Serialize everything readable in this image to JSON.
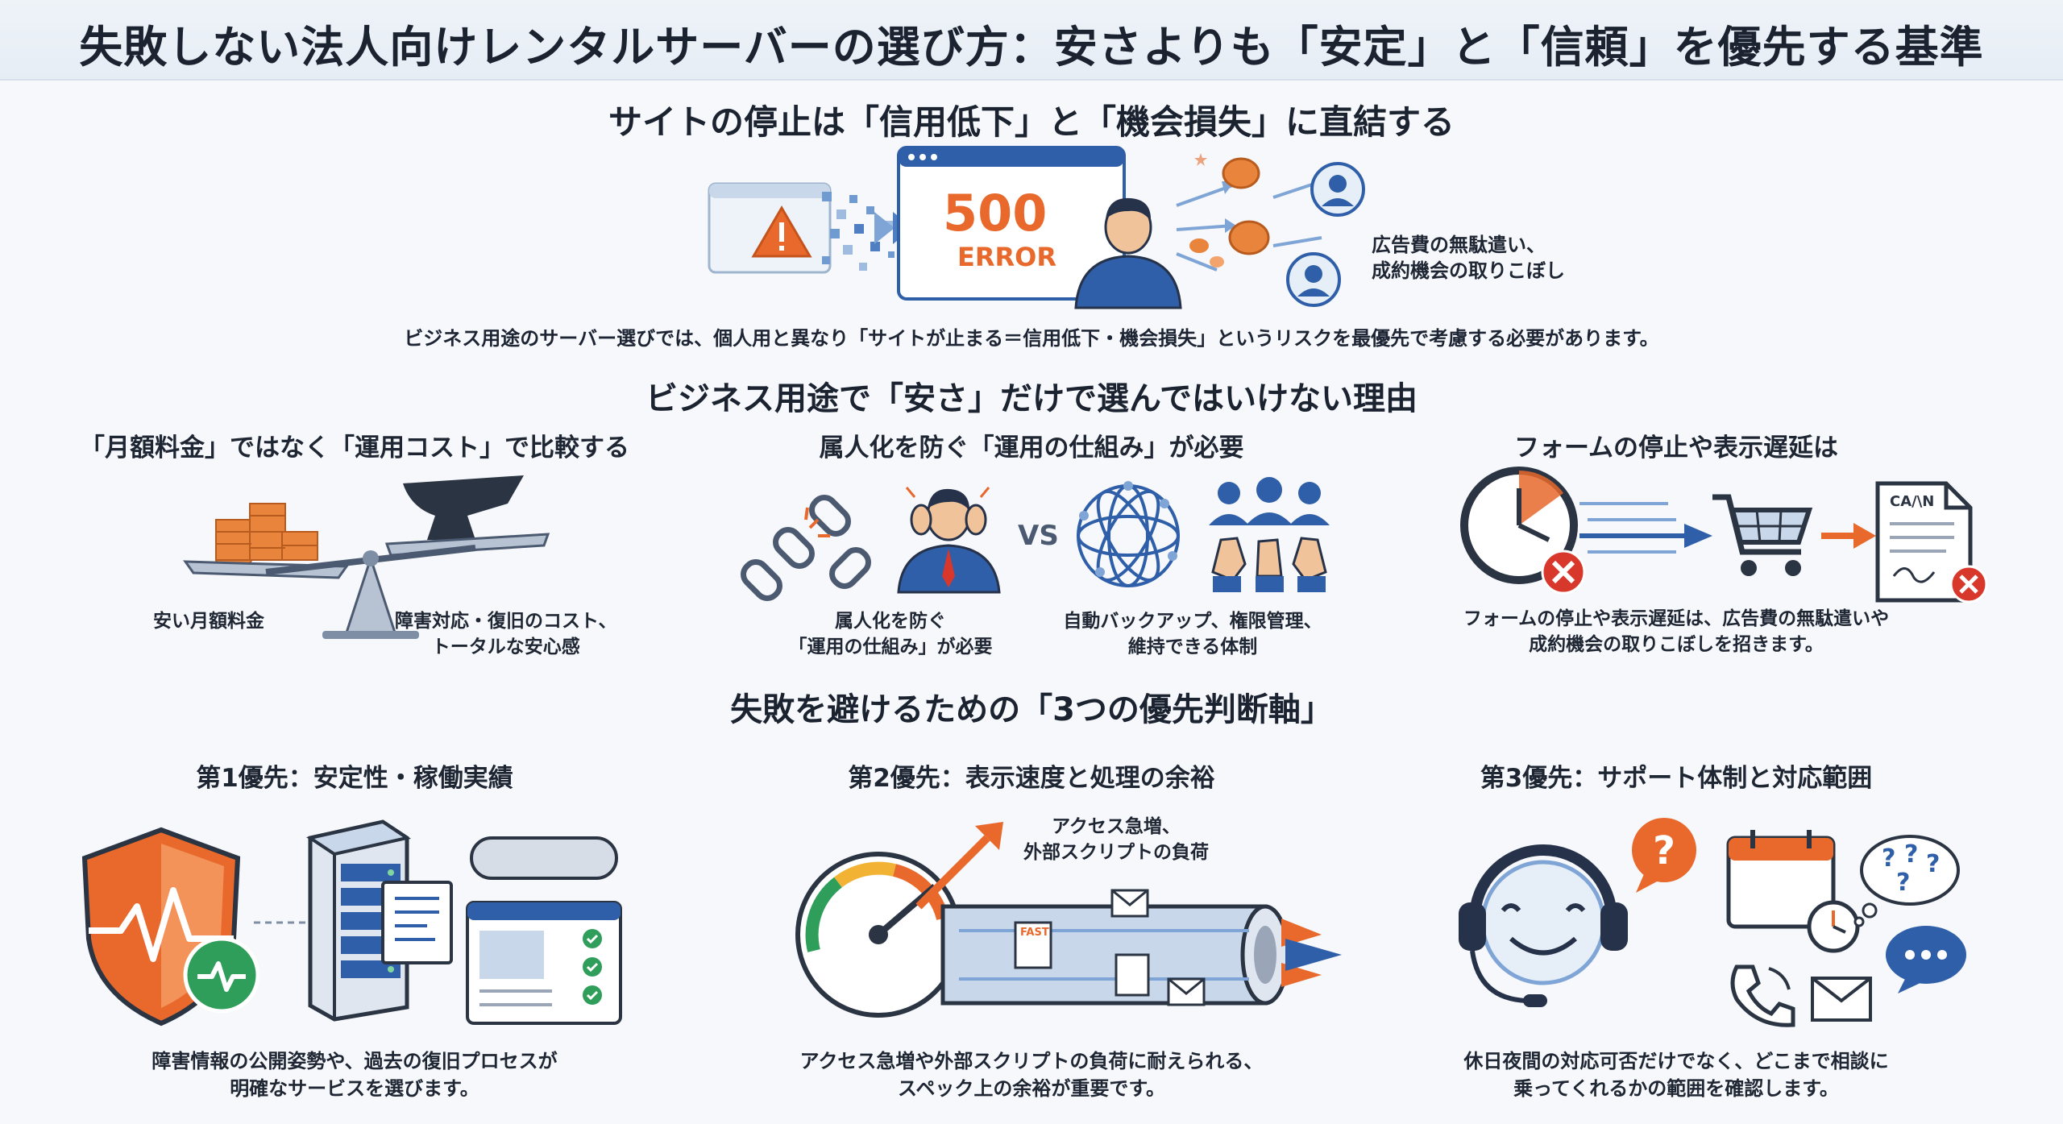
{
  "title": "失敗しない法人向けレンタルサーバーの選び方：安さよりも「安定」と「信頼」を優先する基準",
  "section1": {
    "heading": "サイトの停止は「信用低下」と「機会損失」に直結する",
    "error_code": "500",
    "error_word": "ERROR",
    "loss_line1": "広告費の無駄遣い、",
    "loss_line2": "成約機会の取りこぼし",
    "description": "ビジネス用途のサーバー選びでは、個人用と異なり「サイトが止まる＝信用低下・機会損失」というリスクを最優先で考慮する必要があります。"
  },
  "section2": {
    "heading": "ビジネス用途で「安さ」だけで選んではいけない理由",
    "col1": {
      "heading": "「月額料金」ではなく「運用コスト」で比較する",
      "left_label": "安い月額料金",
      "right_label_1": "障害対応・復旧のコスト、",
      "right_label_2": "トータルな安心感"
    },
    "col2": {
      "heading": "属人化を防ぐ「運用の仕組み」が必要",
      "vs": "VS",
      "left_label_1": "属人化を防ぐ",
      "left_label_2": "「運用の仕組み」が必要",
      "right_label_1": "自動バックアップ、権限管理、",
      "right_label_2": "維持できる体制"
    },
    "col3": {
      "heading": "フォームの停止や表示遅延は",
      "doc_label": "CA/\\N",
      "caption_1": "フォームの停止や表示遅延は、広告費の無駄遣いや",
      "caption_2": "成約機会の取りこぼしを招きます。"
    }
  },
  "section3": {
    "heading": "失敗を避けるための「3つの優先判断軸」",
    "p1": {
      "heading": "第1優先：安定性・稼働実績",
      "caption_1": "障害情報の公開姿勢や、過去の復旧プロセスが",
      "caption_2": "明確なサービスを選びます。"
    },
    "p2": {
      "heading": "第2優先：表示速度と処理の余裕",
      "note_1": "アクセス急増、",
      "note_2": "外部スクリプトの負荷",
      "fast_label": "FAST",
      "caption_1": "アクセス急増や外部スクリプトの負荷に耐えられる、",
      "caption_2": "スペック上の余裕が重要です。"
    },
    "p3": {
      "heading": "第3優先：サポート体制と対応範囲",
      "caption_1": "休日夜間の対応可否だけでなく、どこまで相談に",
      "caption_2": "乗ってくれるかの範囲を確認します。"
    }
  },
  "colors": {
    "accent_orange": "#e8692b",
    "accent_blue": "#2f5fa8",
    "dark_navy": "#26324a",
    "success_green": "#2f9e5a",
    "error_red": "#d8382b"
  }
}
